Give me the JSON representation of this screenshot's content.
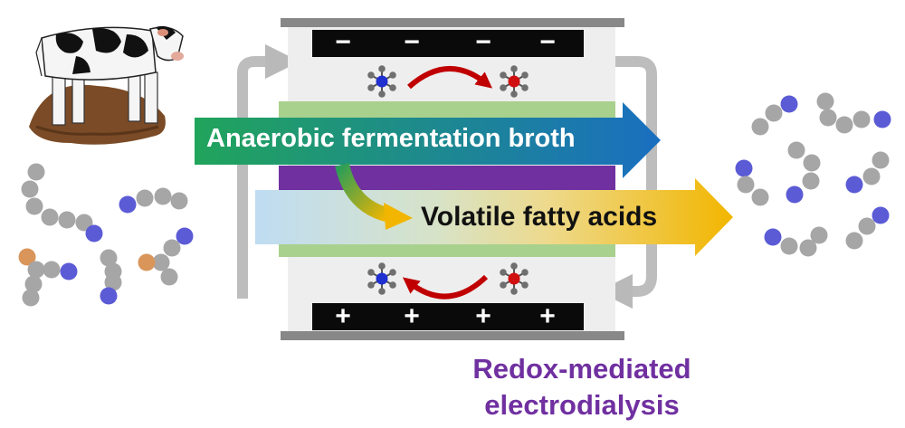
{
  "labels": {
    "broth": "Anaerobic fermentation broth",
    "vfa": "Volatile fatty acids",
    "caption_line1": "Redox-mediated",
    "caption_line2": "electrodialysis"
  },
  "electrodes": {
    "cathode_sign": "−",
    "anode_sign": "+",
    "sign_count": 4
  },
  "icons": {
    "cow": "cow-icon",
    "molecule": "molecule-chain-icon",
    "redox_mediator": "redox-mediator-icon"
  },
  "colors": {
    "broth_arrow_start": "#21a45b",
    "broth_arrow_end": "#1a6fc0",
    "vfa_arrow_start": "#bfdcf2",
    "vfa_arrow_end": "#f2b600",
    "membrane_purple": "#7030a0",
    "membrane_green": "#a9d18e",
    "electrode": "#0a0a0a",
    "chassis": "#eeeeee",
    "carbon_grey": "#a6a6a6",
    "acid_blue": "#5b5bd6",
    "nitrogen_orange": "#d9955a",
    "redox_arrow": "#c00000",
    "caption": "#7030a0"
  }
}
